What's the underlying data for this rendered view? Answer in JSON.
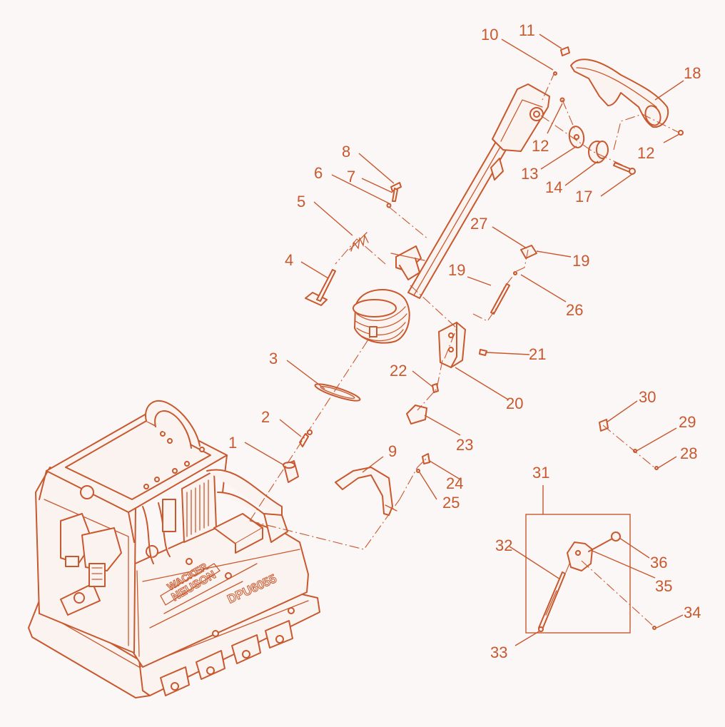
{
  "machine": {
    "brand_line1": "WACKER",
    "brand_line2": "NEUSON",
    "model": "DPU6055"
  },
  "callouts": [
    {
      "id": "c1",
      "label": "1"
    },
    {
      "id": "c2",
      "label": "2"
    },
    {
      "id": "c3",
      "label": "3"
    },
    {
      "id": "c4",
      "label": "4"
    },
    {
      "id": "c5",
      "label": "5"
    },
    {
      "id": "c6",
      "label": "6"
    },
    {
      "id": "c7",
      "label": "7"
    },
    {
      "id": "c8",
      "label": "8"
    },
    {
      "id": "c9",
      "label": "9"
    },
    {
      "id": "c10",
      "label": "10"
    },
    {
      "id": "c11",
      "label": "11"
    },
    {
      "id": "c12a",
      "label": "12"
    },
    {
      "id": "c12b",
      "label": "12"
    },
    {
      "id": "c13",
      "label": "13"
    },
    {
      "id": "c14",
      "label": "14"
    },
    {
      "id": "c17",
      "label": "17"
    },
    {
      "id": "c18",
      "label": "18"
    },
    {
      "id": "c19a",
      "label": "19"
    },
    {
      "id": "c19b",
      "label": "19"
    },
    {
      "id": "c20",
      "label": "20"
    },
    {
      "id": "c21",
      "label": "21"
    },
    {
      "id": "c22",
      "label": "22"
    },
    {
      "id": "c23",
      "label": "23"
    },
    {
      "id": "c24",
      "label": "24"
    },
    {
      "id": "c25",
      "label": "25"
    },
    {
      "id": "c26",
      "label": "26"
    },
    {
      "id": "c27",
      "label": "27"
    },
    {
      "id": "c28",
      "label": "28"
    },
    {
      "id": "c29",
      "label": "29"
    },
    {
      "id": "c30",
      "label": "30"
    },
    {
      "id": "c31",
      "label": "31"
    },
    {
      "id": "c32",
      "label": "32"
    },
    {
      "id": "c33",
      "label": "33"
    },
    {
      "id": "c34",
      "label": "34"
    },
    {
      "id": "c35",
      "label": "35"
    },
    {
      "id": "c36",
      "label": "36"
    }
  ],
  "colors": {
    "line": "#c8582e",
    "background": "#fbf7f6"
  }
}
